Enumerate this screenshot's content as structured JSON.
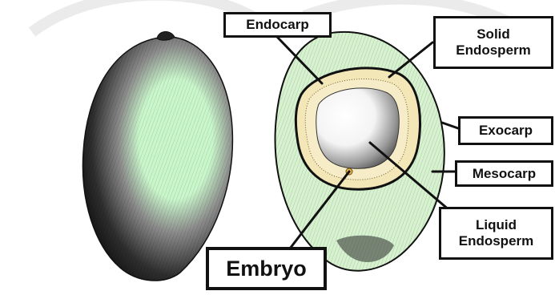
{
  "diagram": {
    "labels": {
      "endocarp": "Endocarp",
      "solid_endosperm_1": "Solid",
      "solid_endosperm_2": "Endosperm",
      "exocarp": "Exocarp",
      "mesocarp": "Mesocarp",
      "liquid_endosperm_1": "Liquid",
      "liquid_endosperm_2": "Endosperm",
      "embryo": "Embryo"
    }
  },
  "colors": {
    "husk_green": "#d6f2cf",
    "highlight_green": "#c9f7cb",
    "endosperm_cream": "#f3e7b8",
    "ink": "#111111"
  }
}
